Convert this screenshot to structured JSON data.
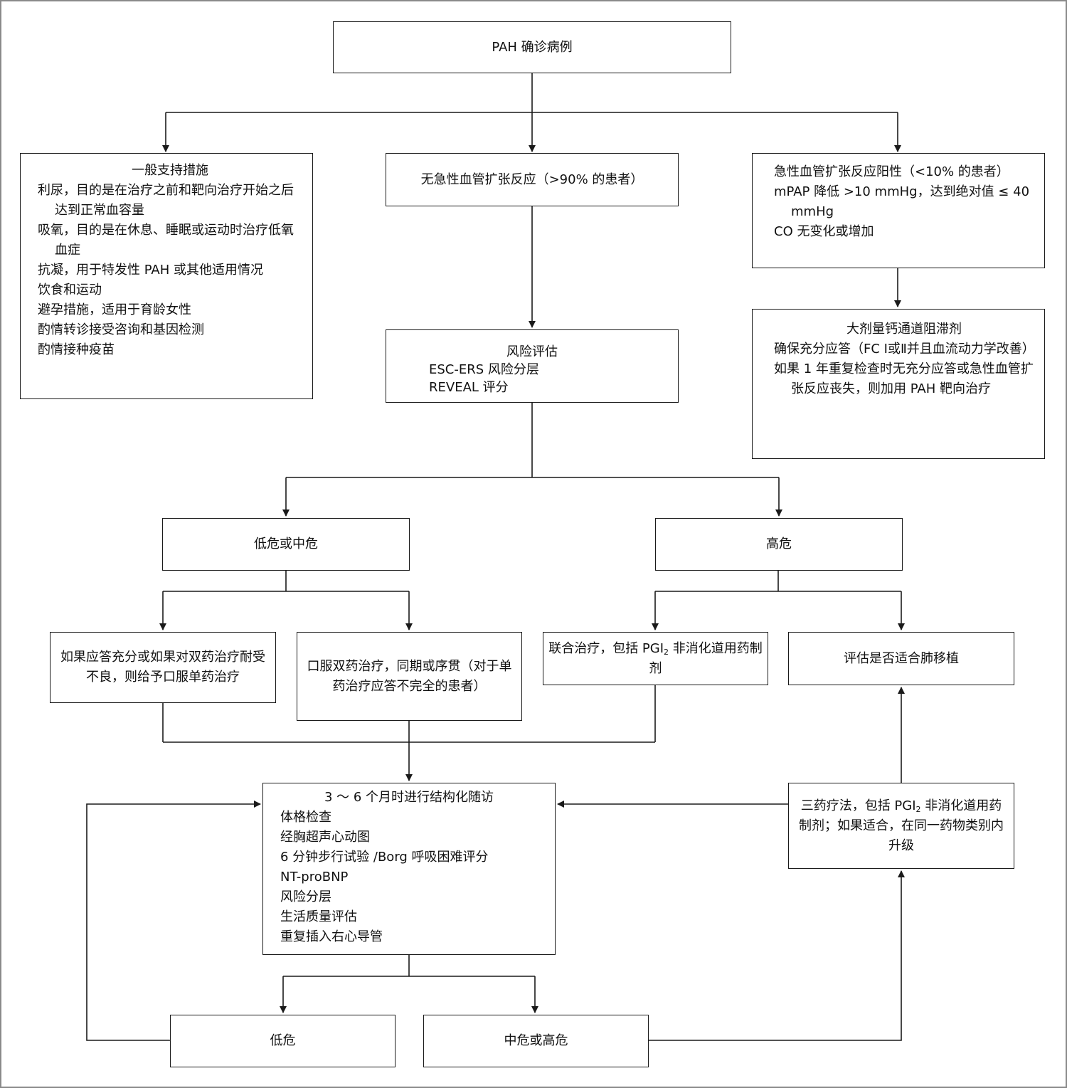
{
  "root": "PAH 确诊病例",
  "support": {
    "title": "一般支持措施",
    "items": [
      "利尿，目的是在治疗之前和靶向治疗开始之后达到正常血容量",
      "吸氧，目的是在休息、睡眠或运动时治疗低氧血症",
      "抗凝，用于特发性 PAH 或其他适用情况",
      "饮食和运动",
      "避孕措施，适用于育龄女性",
      "酌情转诊接受咨询和基因检测",
      "酌情接种疫苗"
    ]
  },
  "no_acute": "无急性血管扩张反应（>90% 的患者）",
  "acute_positive": {
    "items": [
      "急性血管扩张反应阳性（<10% 的患者）",
      "mPAP 降低 >10 mmHg，达到绝对值 ≤ 40 mmHg",
      "CO 无变化或增加"
    ]
  },
  "ccb": {
    "title": "大剂量钙通道阻滞剂",
    "items": [
      "确保充分应答（FC Ⅰ或Ⅱ并且血流动力学改善）",
      "如果 1 年重复检查时无充分应答或急性血管扩张反应丧失，则加用 PAH 靶向治疗"
    ]
  },
  "risk": {
    "title": "风险评估",
    "items": [
      "ESC-ERS 风险分层",
      "REVEAL 评分"
    ]
  },
  "low_mid": "低危或中危",
  "high": "高危",
  "mono": "如果应答充分或如果对双药治疗耐受不良，则给予口服单药治疗",
  "dual": "口服双药治疗，同期或序贯（对于单药治疗应答不完全的患者）",
  "combo": {
    "pre": "联合治疗，包括 PGI",
    "sub": "2",
    "post": " 非消化道用药制剂"
  },
  "transplant": "评估是否适合肺移植",
  "followup": {
    "title": "3 ～ 6 个月时进行结构化随访",
    "items": [
      "体格检查",
      "经胸超声心动图",
      "6 分钟步行试验 /Borg 呼吸困难评分",
      "NT-proBNP",
      "风险分层",
      "生活质量评估",
      "重复插入右心导管"
    ]
  },
  "triple": {
    "pre": "三药疗法，包括 PGI",
    "sub": "2",
    "post": " 非消化道用药制剂；如果适合，在同一药物类别内升级"
  },
  "low": "低危",
  "mid_high": "中危或高危"
}
